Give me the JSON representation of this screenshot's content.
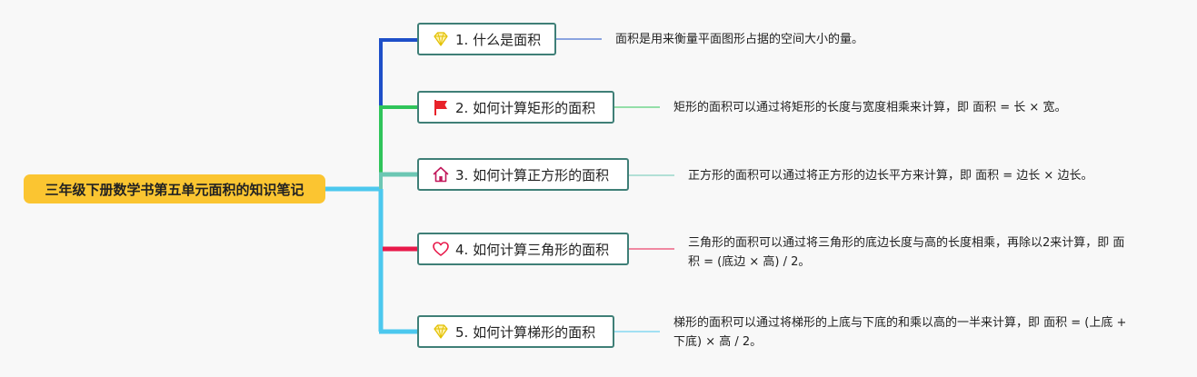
{
  "root": {
    "title": "三年级下册数学书第五单元面积的知识笔记"
  },
  "branches": [
    {
      "topic": "1. 什么是面积",
      "icon": "diamond-icon",
      "color": "#1e4fc8",
      "note": "面积是用来衡量平面图形占据的空间大小的量。"
    },
    {
      "topic": "2. 如何计算矩形的面积",
      "icon": "red-flag-icon",
      "color": "#2fc45a",
      "note": "矩形的面积可以通过将矩形的长度与宽度相乘来计算，即 面积 = 长 × 宽。"
    },
    {
      "topic": "3. 如何计算正方形的面积",
      "icon": "house-icon",
      "color": "#6cc7b3",
      "note": "正方形的面积可以通过将正方形的边长平方来计算，即 面积 = 边长 × 边长。"
    },
    {
      "topic": "4. 如何计算三角形的面积",
      "icon": "heart-icon",
      "color": "#e8194a",
      "note": "三角形的面积可以通过将三角形的底边长度与高的长度相乘，再除以2来计算，即 面积 = (底边 × 高) / 2。"
    },
    {
      "topic": "5. 如何计算梯形的面积",
      "icon": "diamond-icon",
      "color": "#4cc8ee",
      "note": "梯形的面积可以通过将梯形的上底与下底的和乘以高的一半来计算，即 面积 = (上底 + 下底) × 高 / 2。"
    }
  ]
}
